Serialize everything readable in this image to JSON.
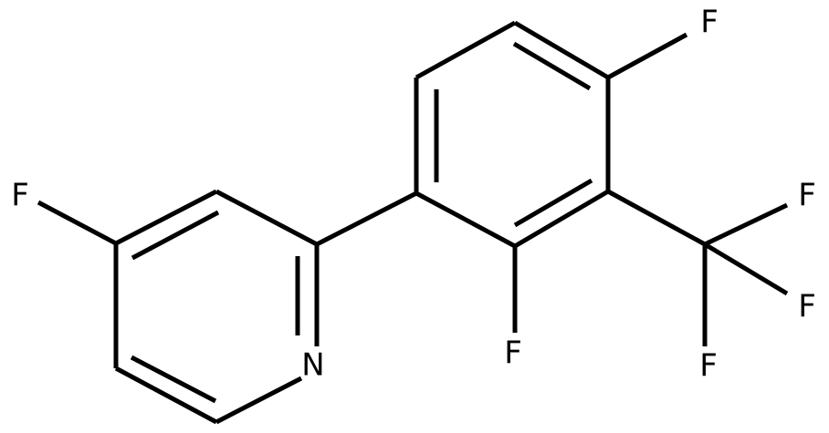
{
  "diagram": {
    "type": "chemical-structure",
    "atom_labels": {
      "f_pyridine": "F",
      "n_pyridine": "N",
      "f_ring_top": "F",
      "f_ring_ortho": "F",
      "cf3_f1": "F",
      "cf3_f2": "F",
      "cf3_f3": "F"
    },
    "colors": {
      "bond": "#000000",
      "label": "#000000",
      "background": "#ffffff"
    }
  }
}
